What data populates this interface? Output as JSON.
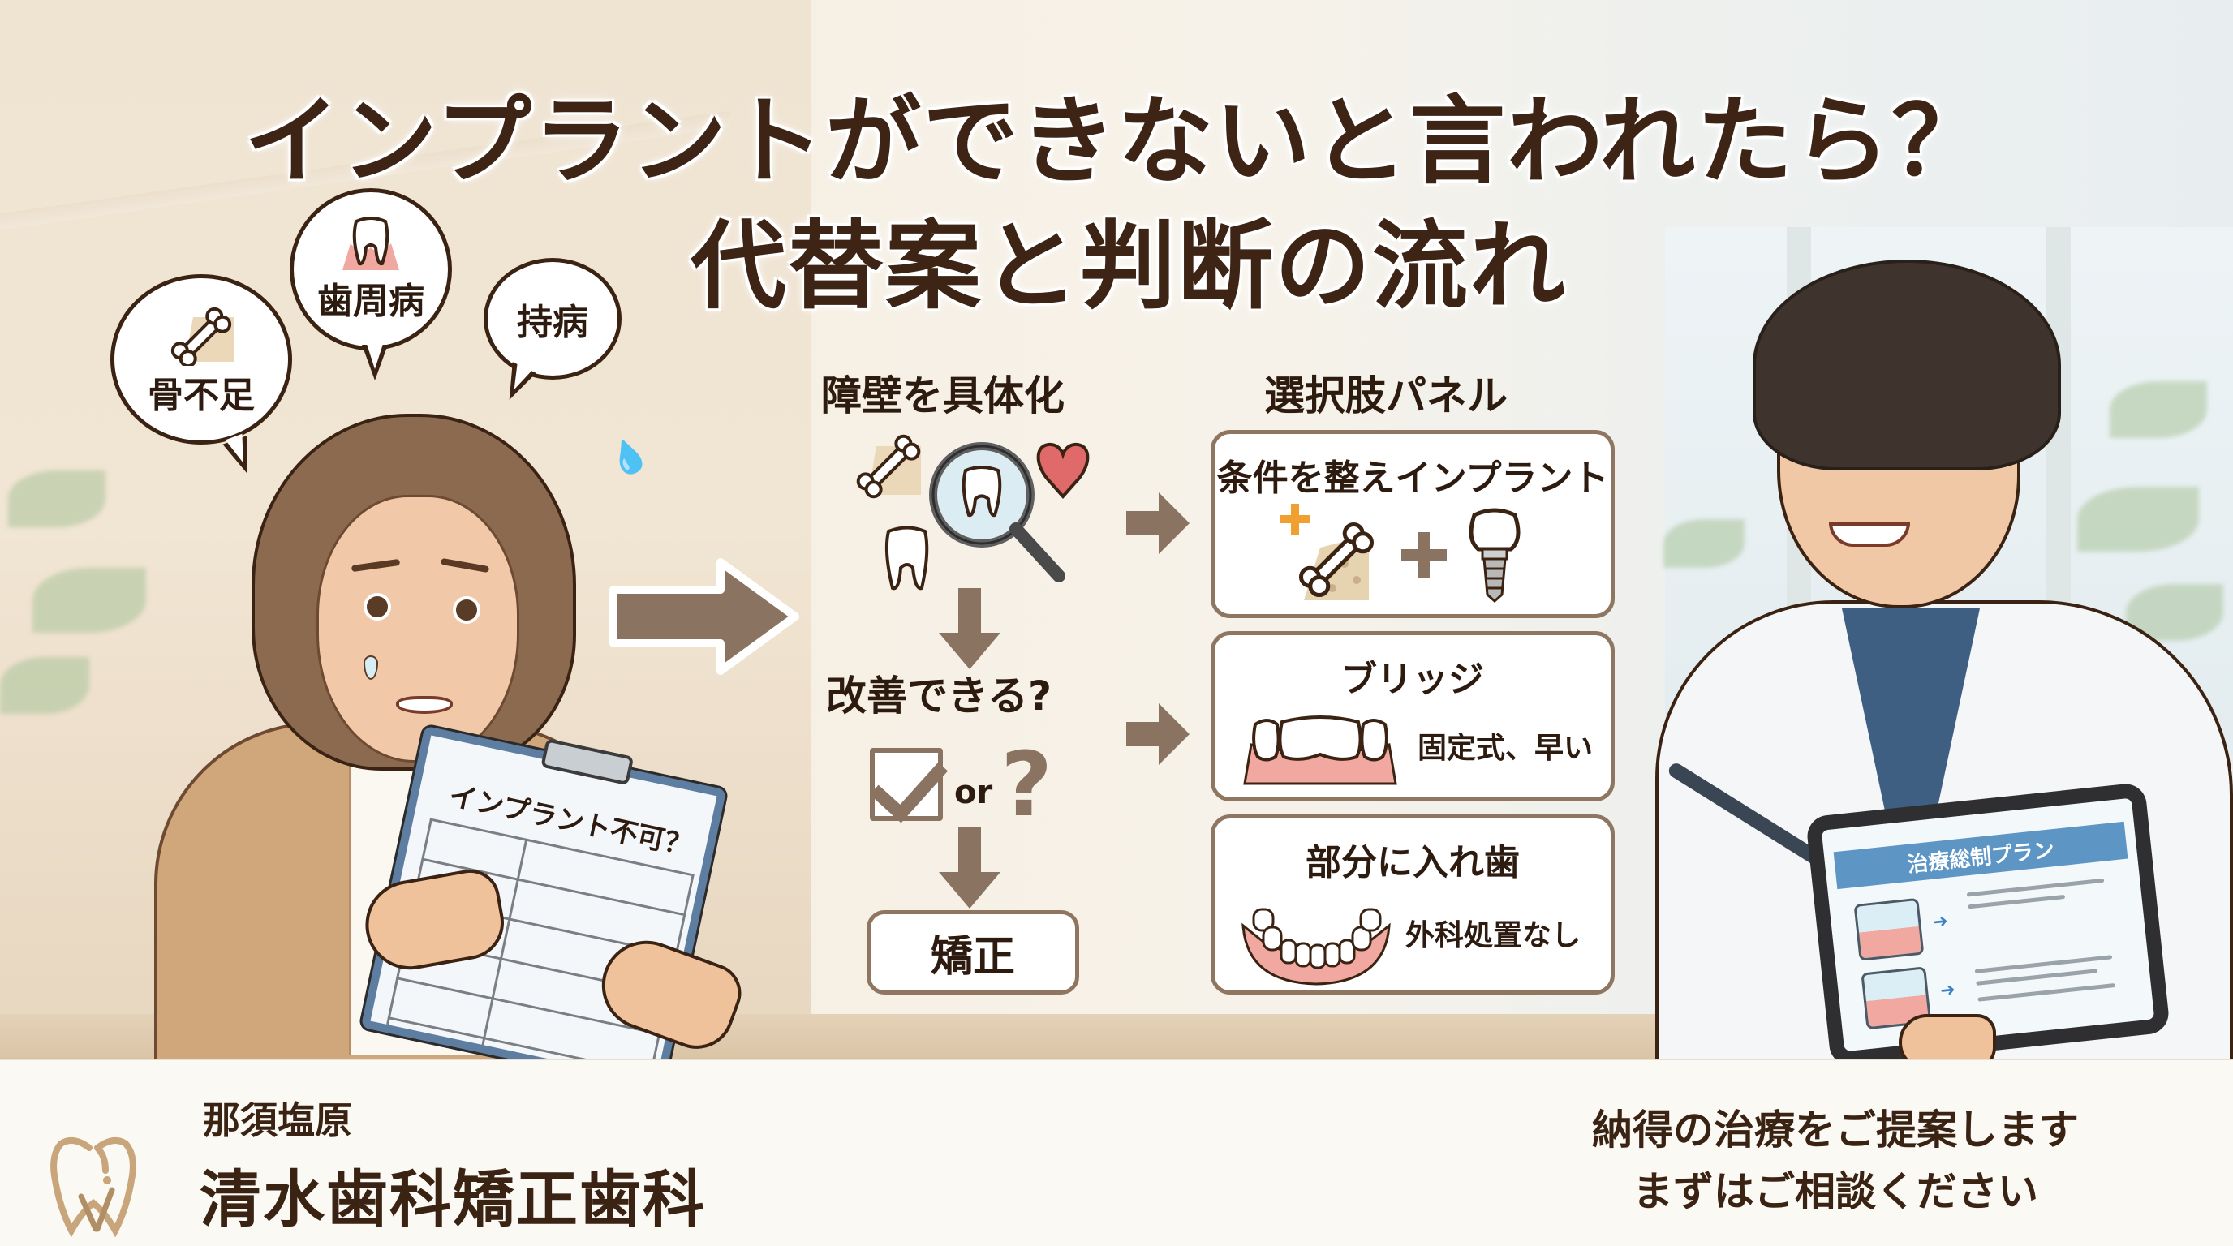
{
  "title": {
    "line1": "インプラントができないと言われたら？",
    "line2": "代替案と判断の流れ"
  },
  "concerns": [
    {
      "label": "骨不足",
      "icon": "bone-icon"
    },
    {
      "label": "歯周病",
      "icon": "gum-disease-tooth-icon"
    },
    {
      "label": "持病",
      "icon": null
    }
  ],
  "patient": {
    "clipboard_title": "インプラント不可？"
  },
  "flow": {
    "heading": "障壁を具体化",
    "icons": [
      "bone-icon",
      "magnifier-tooth-icon",
      "heart-icon",
      "tooth-icon"
    ],
    "decision": "改善できる?",
    "or_text": "or",
    "question_mark": "?",
    "result": "矯正"
  },
  "options": {
    "heading": "選択肢パネル",
    "panels": [
      {
        "title": "条件を整えインプラント",
        "note": "",
        "icons": [
          "bone-graft-plus-icon",
          "plus-icon",
          "implant-icon"
        ]
      },
      {
        "title": "ブリッジ",
        "note": "固定式、早い",
        "icons": [
          "bridge-teeth-icon"
        ]
      },
      {
        "title": "部分に入れ歯",
        "note": "外科処置なし",
        "icons": [
          "partial-denture-icon"
        ]
      }
    ]
  },
  "doctor": {
    "tablet_title": "治療総制プラン"
  },
  "footer": {
    "clinic_sub": "那須塩原",
    "clinic_name": "清水歯科矯正歯科",
    "tagline_1": "納得の治療をご提案します",
    "tagline_2": "まずはご相談ください"
  },
  "colors": {
    "text_dark": "#3b2314",
    "arrow_brown": "#8a7360",
    "panel_border": "#8e7661",
    "gum_pink": "#f0a8a0",
    "accent_orange": "#f0a030",
    "logo_gold": "#c8a57a",
    "tablet_blue": "#5d95c5"
  }
}
